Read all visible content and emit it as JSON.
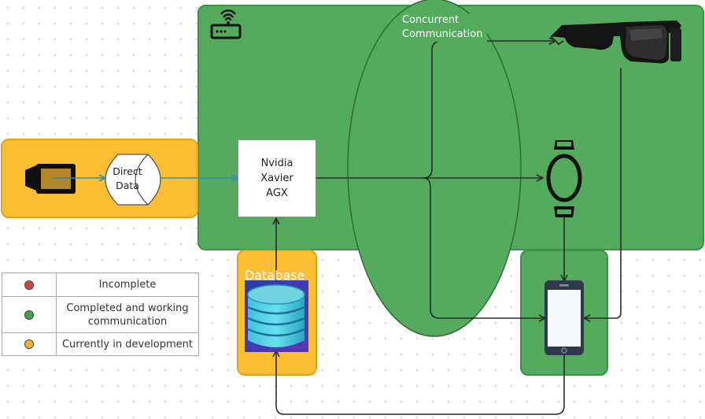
{
  "regions": {
    "concurrent_label": "Concurrent Communication",
    "direct_data": "Direct Data",
    "nvidia": "Nvidia Xavier AGX",
    "database": "Database"
  },
  "legend": [
    {
      "label": "Incomplete",
      "color": "#d64545"
    },
    {
      "label": "Completed and working communication",
      "color": "#3fa34d"
    },
    {
      "label": "Currently in development",
      "color": "#f5b52e"
    }
  ],
  "icons": [
    "router-icon",
    "camera-icon",
    "smart-glasses-icon",
    "smartwatch-icon",
    "smartphone-icon",
    "database-icon"
  ],
  "colors": {
    "green_region": "#54ab5e",
    "orange_region": "#fcbe33",
    "arrow_blue": "#2a8fbf",
    "arrow_dark": "#2b2b2b"
  }
}
